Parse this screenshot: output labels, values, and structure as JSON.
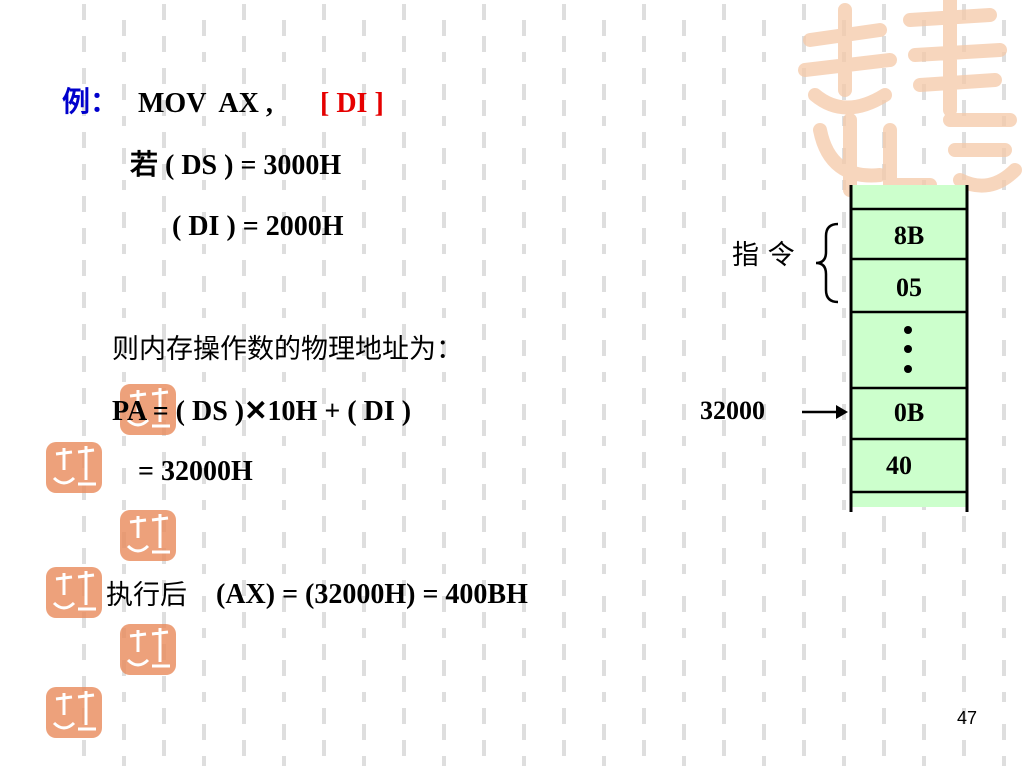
{
  "example": {
    "label": "例：",
    "instruction": "MOV  AX ,",
    "operand": "[ DI ]",
    "label_color": "#0000cc",
    "operand_color": "#e60000"
  },
  "conditions": {
    "ds_line": "若 ( DS ) = 3000H",
    "di_line": "( DI ) = 2000H"
  },
  "calc": {
    "intro": "则内存操作数的物理地址为：",
    "formula": "PA = ( DS )✕10H + ( DI )",
    "result": "= 32000H"
  },
  "exec": {
    "prefix": "执行后",
    "text": "(AX) = (32000H) = 400BH"
  },
  "memory": {
    "instr_label": "指 令",
    "cells": [
      "8B",
      "05",
      "0B",
      "40"
    ],
    "address": "32000",
    "cell_color": "#ccffcc"
  },
  "page_number": "47",
  "decor": {
    "seal_icon": "jixiangruyi-seal-icon",
    "seal_color": "#e88a5a"
  }
}
